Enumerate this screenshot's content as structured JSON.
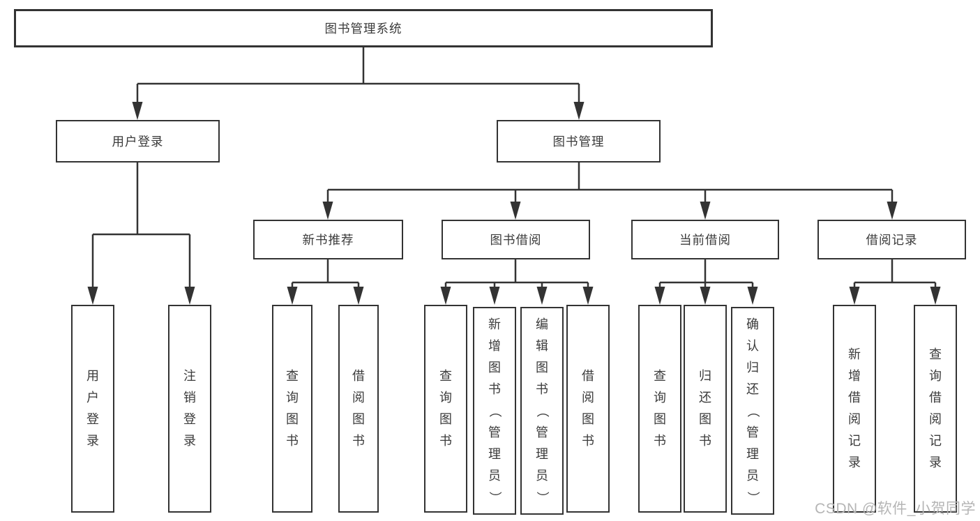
{
  "tree": {
    "root": {
      "label": "图书管理系统"
    },
    "branches": [
      {
        "label": "用户登录",
        "children": [
          {
            "label": "用户登录"
          },
          {
            "label": "注销登录"
          }
        ]
      },
      {
        "label": "图书管理",
        "children": [
          {
            "label": "新书推荐",
            "children": [
              {
                "label": "查询图书"
              },
              {
                "label": "借阅图书"
              }
            ]
          },
          {
            "label": "图书借阅",
            "children": [
              {
                "label": "查询图书"
              },
              {
                "label": "新增图书（管理员）"
              },
              {
                "label": "编辑图书（管理员）"
              },
              {
                "label": "借阅图书"
              }
            ]
          },
          {
            "label": "当前借阅",
            "children": [
              {
                "label": "查询图书"
              },
              {
                "label": "归还图书"
              },
              {
                "label": "确认归还（管理员）"
              }
            ]
          },
          {
            "label": "借阅记录",
            "children": [
              {
                "label": "新增借阅记录"
              },
              {
                "label": "查询借阅记录"
              }
            ]
          }
        ]
      }
    ]
  },
  "watermark": "CSDN @软件_小贺同学",
  "colors": {
    "line": "#333333",
    "text": "#3b3b3b",
    "watermark": "#b5b5b5",
    "background": "#ffffff"
  }
}
